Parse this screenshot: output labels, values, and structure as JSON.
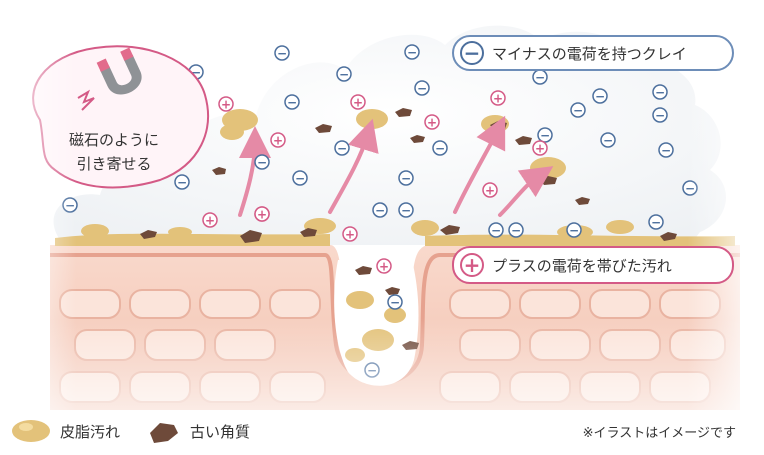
{
  "labels": {
    "clay": {
      "symbol": "−",
      "text": "マイナスの電荷を持つクレイ"
    },
    "dirt": {
      "symbol": "+",
      "text": "プラスの電荷を帯びた汚れ"
    },
    "magnet_line1": "磁石のように",
    "magnet_line2": "引き寄せる"
  },
  "legend": {
    "sebum": "皮脂汚れ",
    "old_keratin": "古い角質"
  },
  "note": "※イラストはイメージです",
  "signs": {
    "minus": "−",
    "plus": "+"
  },
  "colors": {
    "clay_blue": "#4c6f9d",
    "dirt_pink": "#d45a86",
    "sebum": "#e3c27a",
    "keratin": "#6e4a3a",
    "skin": "#f6cfc0",
    "arrow": "#e58aa6",
    "foam": "#ffffff"
  },
  "icons": {
    "magnet": "magnet-icon",
    "spark": "spark-icon",
    "minus_charge": "minus-circle-icon",
    "plus_charge": "plus-circle-icon"
  }
}
